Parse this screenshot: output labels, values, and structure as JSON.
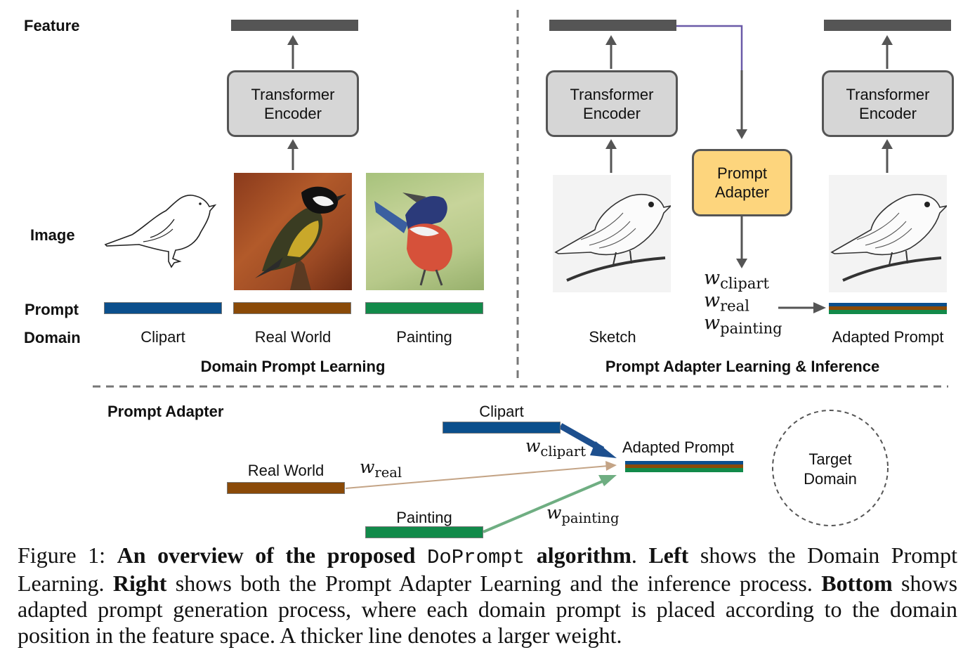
{
  "row_labels": {
    "feature": "Feature",
    "image": "Image",
    "prompt": "Prompt",
    "domain": "Domain"
  },
  "left": {
    "encoder": "Transformer\nEncoder",
    "domains": [
      "Clipart",
      "Real World",
      "Painting"
    ],
    "section_title": "Domain Prompt Learning"
  },
  "right": {
    "encoder1": "Transformer\nEncoder",
    "encoder2": "Transformer\nEncoder",
    "adapter": "Prompt\nAdapter",
    "sketch": "Sketch",
    "adapted": "Adapted Prompt",
    "weights": [
      {
        "w": "w",
        "sub": "clipart"
      },
      {
        "w": "w",
        "sub": "real"
      },
      {
        "w": "w",
        "sub": "painting"
      }
    ],
    "section_title": "Prompt Adapter Learning & Inference"
  },
  "bottom": {
    "title": "Prompt Adapter",
    "clipart": "Clipart",
    "real": "Real World",
    "painting": "Painting",
    "adapted": "Adapted Prompt",
    "target": "Target\nDomain",
    "w_clipart": {
      "w": "w",
      "sub": "clipart"
    },
    "w_real": {
      "w": "w",
      "sub": "real"
    },
    "w_painting": {
      "w": "w",
      "sub": "painting"
    }
  },
  "caption": {
    "fig": "Figure 1:",
    "title_a": "An overview of the proposed",
    "algo": "DoPrompt",
    "title_b": "algorithm",
    "left_word": "Left",
    "left_text": "shows the Domain Prompt Learning.",
    "right_word": "Right",
    "right_text": "shows both the Prompt Adapter Learning and the inference process.",
    "bottom_word": "Bottom",
    "bottom_text": "shows adapted prompt generation process, where each domain prompt is placed according to the domain position in the feature space. A thicker line denotes a larger weight."
  },
  "colors": {
    "clipart": "#0b4f8c",
    "real": "#8a4a08",
    "painting": "#128a4a",
    "encoder": "#d6d6d6",
    "adapter": "#fdd57d",
    "feature": "#555555"
  }
}
